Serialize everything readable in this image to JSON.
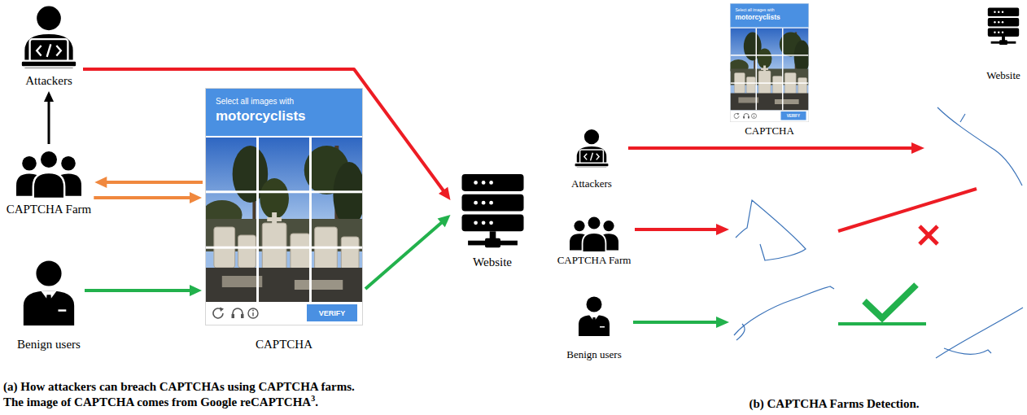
{
  "diagram": {
    "nodes": [
      {
        "text": [
          "Attackers"
        ]
      },
      {
        "text": [
          "CAPTCHA Farm"
        ]
      },
      {
        "text": [
          "Benign users"
        ]
      },
      {
        "text": [
          "Select all images with",
          "motorcyclists",
          "VERIFY",
          "CAPTCHA"
        ]
      },
      {
        "text": [
          "Website"
        ]
      },
      {
        "text": [
          "Select all images with",
          "motorcyclists",
          "VERIFY",
          "CAPTCHA"
        ]
      },
      {
        "text": [
          "Website"
        ]
      },
      {
        "text": [
          "Attackers"
        ]
      },
      {
        "text": [
          "CAPTCHA Farm"
        ]
      },
      {
        "text": [
          "Benign users"
        ]
      }
    ],
    "edges": [
      {
        "from": 0,
        "to": 4,
        "arrow": "to"
      },
      {
        "from": 1,
        "to": 0,
        "arrow": "to"
      },
      {
        "from": 3,
        "to": 1,
        "arrow": "to"
      },
      {
        "from": 1,
        "to": 3,
        "arrow": "to"
      },
      {
        "from": 2,
        "to": 3,
        "arrow": "to"
      },
      {
        "from": 3,
        "to": 4,
        "arrow": "to"
      }
    ],
    "labels": [
      "(a) How attackers can breach CAPTCHAs using CAPTCHA farms.",
      "The image of CAPTCHA comes from Google reCAPTCHA",
      "3",
      ".",
      "(b) CAPTCHA Farms Detection."
    ]
  }
}
